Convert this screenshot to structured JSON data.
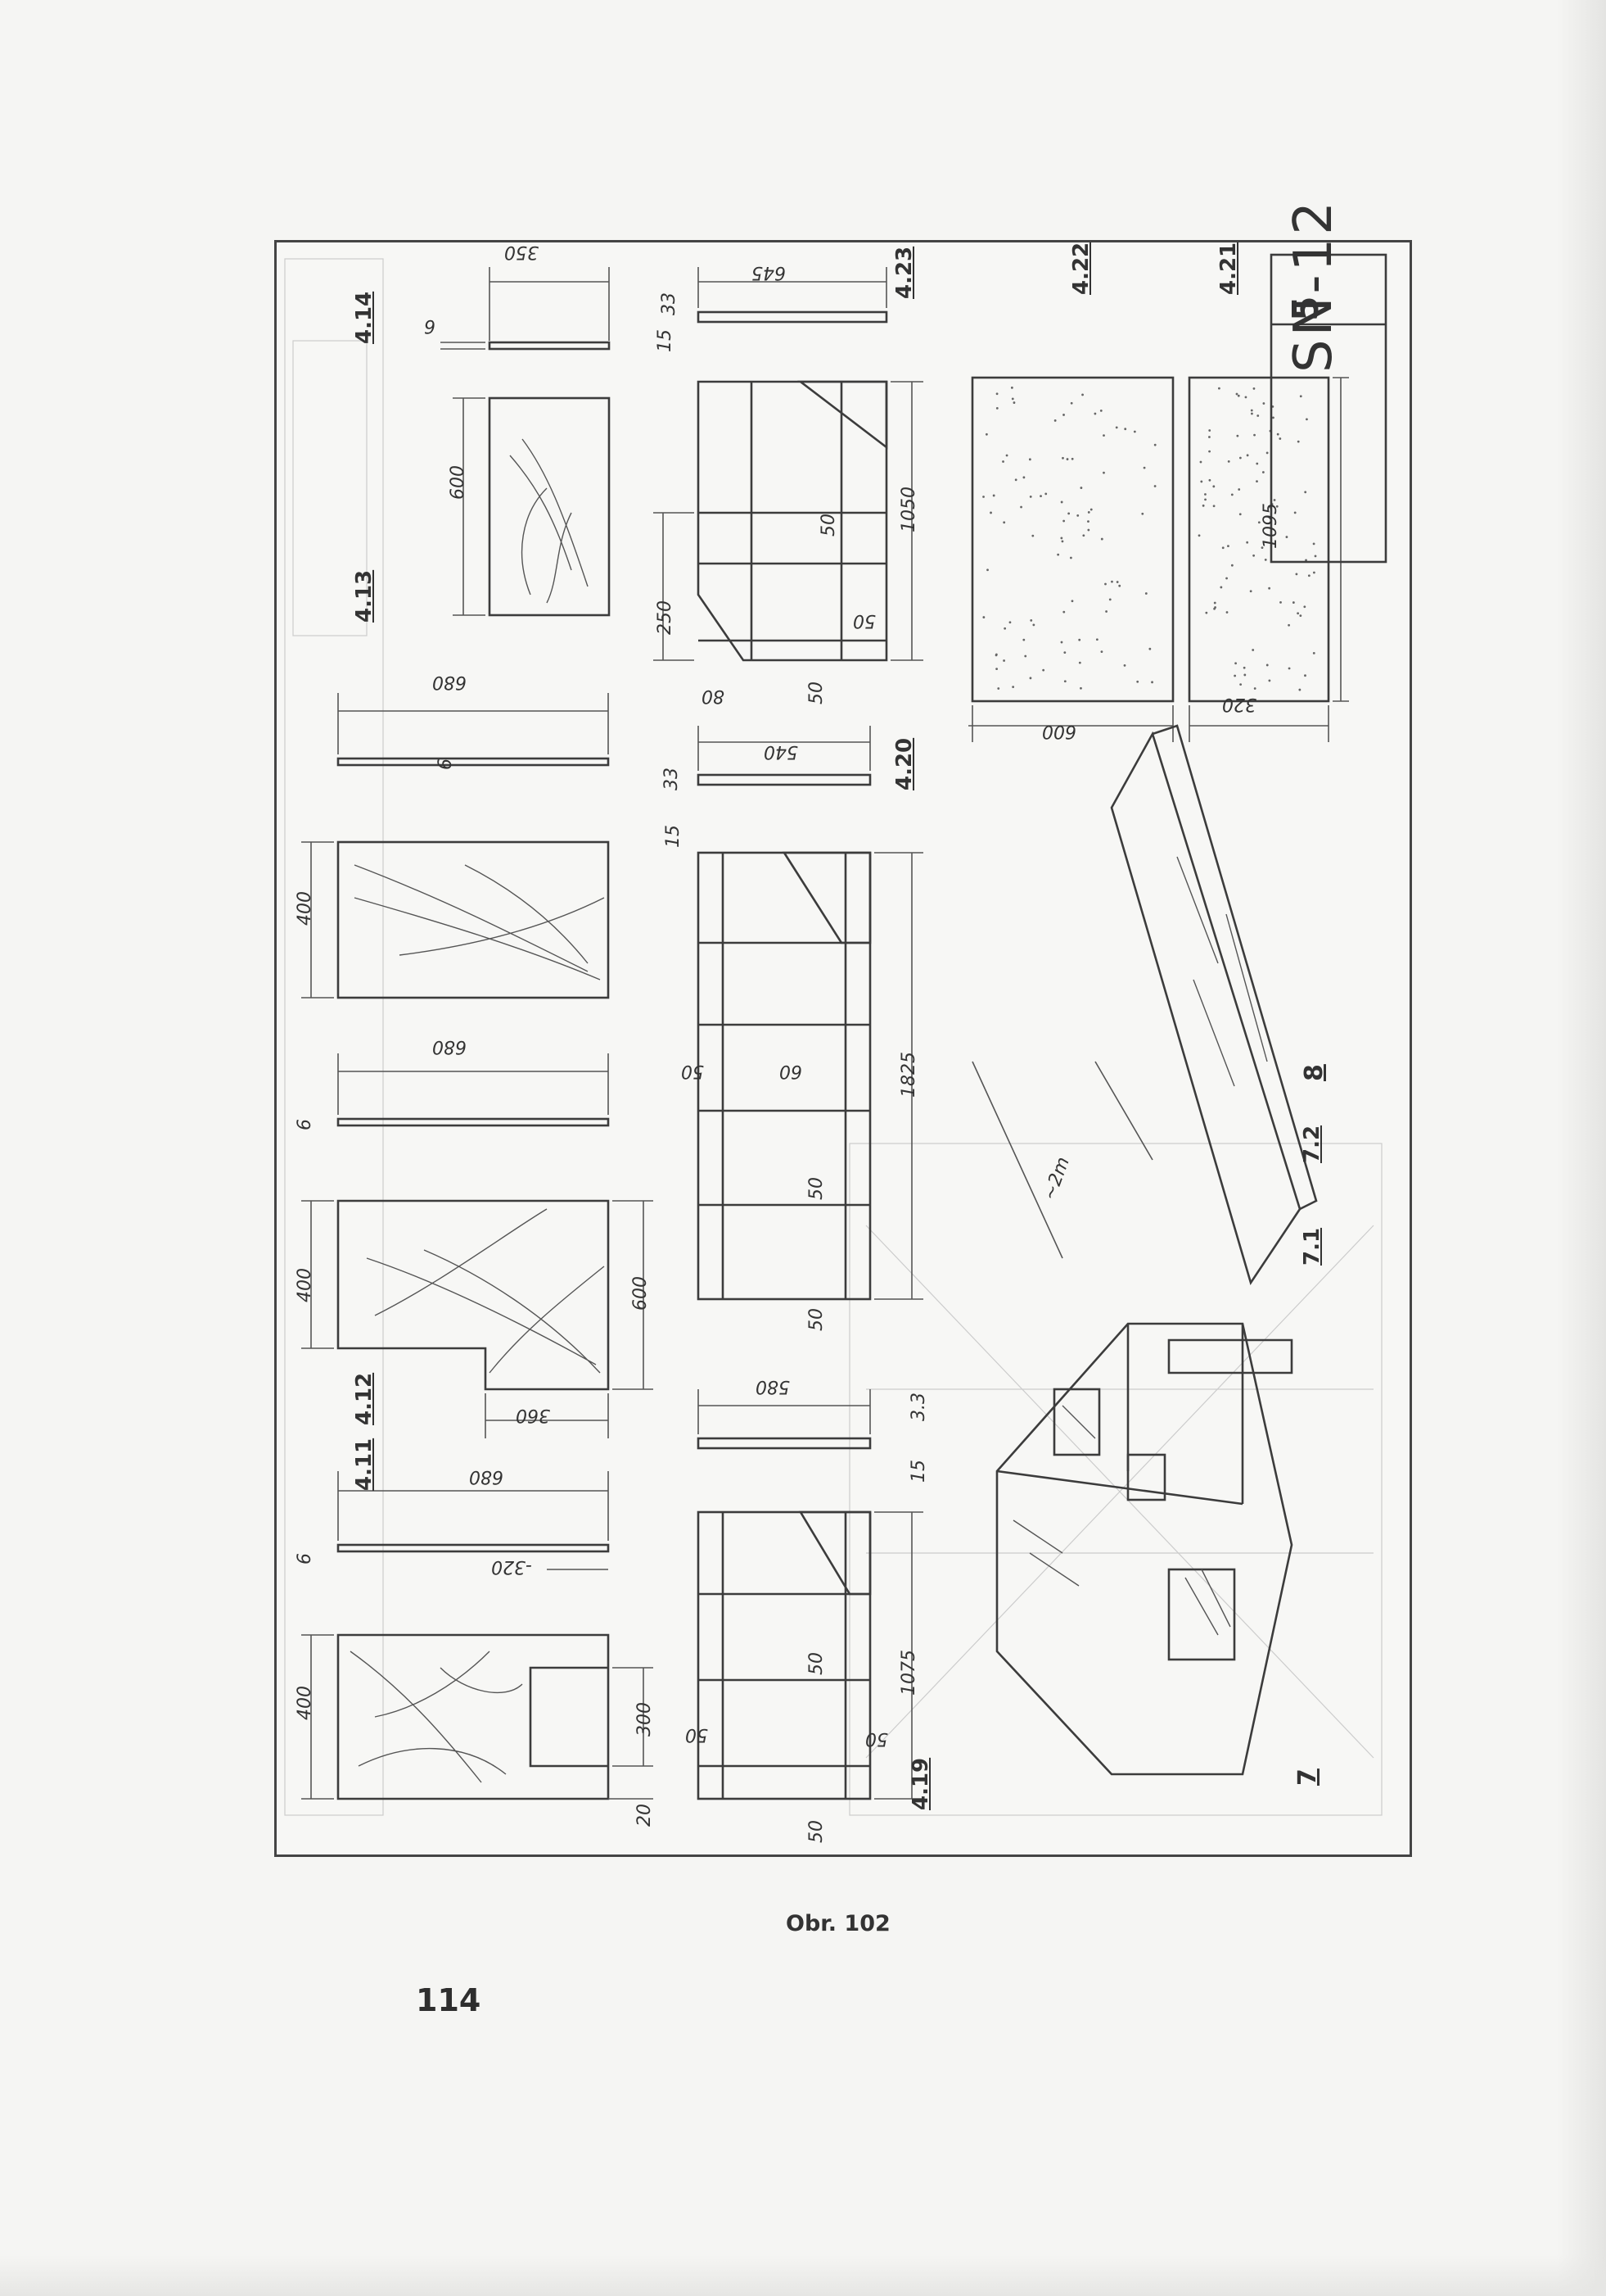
{
  "figure": {
    "caption": "Obr. 102",
    "page_number": "114",
    "title_block": {
      "code": "SN-12",
      "sheet": "5"
    }
  },
  "parts": [
    {
      "label": "4.11"
    },
    {
      "label": "4.12"
    },
    {
      "label": "4.13"
    },
    {
      "label": "4.14"
    },
    {
      "label": "4.19"
    },
    {
      "label": "4.20"
    },
    {
      "label": "4.21"
    },
    {
      "label": "4.22"
    },
    {
      "label": "4.23"
    },
    {
      "label": "7"
    },
    {
      "label": "7.1"
    },
    {
      "label": "7.2"
    },
    {
      "label": "8"
    }
  ],
  "dimensions": {
    "d_350": "350",
    "d_6_a": "6",
    "d_600_a": "600",
    "d_680_a": "680",
    "d_6_b": "6",
    "d_400_a": "400",
    "d_680_b": "680",
    "d_6_c": "6",
    "d_400_b": "400",
    "d_600_b": "600",
    "d_360": "360",
    "d_680_c": "680",
    "d_6_d": "6",
    "d_400_c": "400",
    "d_320_a": "-320",
    "d_300": "300",
    "d_20": "20",
    "d_645": "645",
    "d_15_a": "15",
    "d_33_a": "33",
    "d_1050": "1050",
    "d_250": "250",
    "d_50_a": "50",
    "d_50_b": "50",
    "d_80": "80",
    "d_50_c": "50",
    "d_540": "540",
    "d_15_b": "15",
    "d_33_b": "33",
    "d_1825": "1825",
    "d_50_d": "50",
    "d_60": "60",
    "d_50_e": "50",
    "d_50_f": "50",
    "d_580": "580",
    "d_33_c": "3.3",
    "d_15_c": "15",
    "d_1075": "1075",
    "d_50_g": "50",
    "d_50_h": "50",
    "d_50_i": "50",
    "d_50_j": "50",
    "d_600_c": "600",
    "d_320_b": "320",
    "d_1095": "1095",
    "d_2m": "~2m"
  }
}
